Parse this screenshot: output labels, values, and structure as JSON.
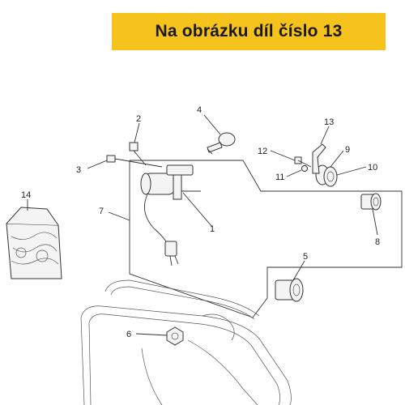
{
  "header": {
    "title": "Na obrázku díl číslo 13"
  },
  "callouts": [
    "1",
    "2",
    "3",
    "4",
    "5",
    "6",
    "7",
    "8",
    "9",
    "10",
    "11",
    "12",
    "13",
    "14"
  ],
  "colors": {
    "banner": "#f6c21c",
    "text": "#1a1a1a"
  }
}
